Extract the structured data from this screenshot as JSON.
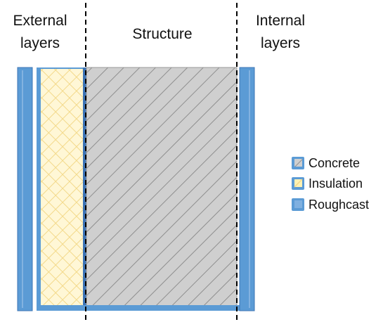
{
  "headers": {
    "external": [
      "External",
      "layers"
    ],
    "structure": "Structure",
    "internal": [
      "Internal",
      "layers"
    ]
  },
  "legend": [
    {
      "label": "Concrete",
      "pattern": "diagonal-hatch",
      "color": "#cfcfcf"
    },
    {
      "label": "Insulation",
      "pattern": "crosshatch",
      "color": "#fff2b3"
    },
    {
      "label": "Roughcast",
      "pattern": "solid",
      "color": "#5b9bd5"
    }
  ],
  "colors": {
    "roughcast": "#5b9bd5",
    "roughcast_edge": "#3d74b5",
    "concrete": "#cfcfcf",
    "concrete_hatch": "#8f8f8f",
    "insulation": "#fff7d6",
    "insulation_hatch": "#f3d98a",
    "divider": "#000000"
  }
}
